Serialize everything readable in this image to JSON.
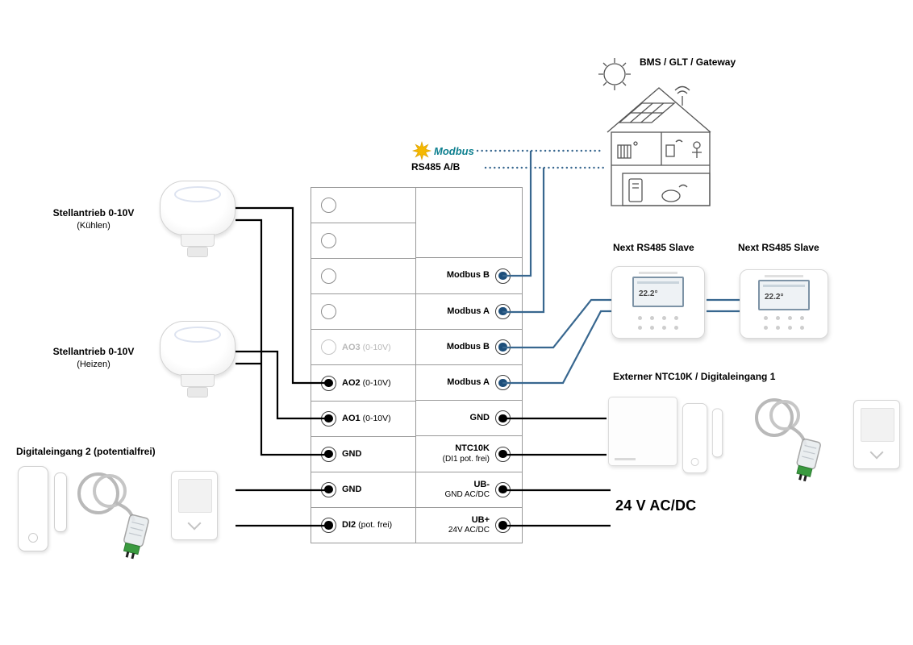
{
  "labels": {
    "bms_gateway": "BMS / GLT / Gateway",
    "modbus_logo": "Modbus",
    "rs485": "RS485 A/B",
    "actuator_cool_1": "Stellantrieb 0-10V",
    "actuator_cool_2": "(Kühlen)",
    "actuator_heat_1": "Stellantrieb 0-10V",
    "actuator_heat_2": "(Heizen)",
    "digital_input_2": "Digitaleingang 2 (potentialfrei)",
    "next_slave_1": "Next RS485 Slave",
    "next_slave_2": "Next RS485 Slave",
    "external_ntc": "Externer NTC10K / Digitaleingang 1",
    "supply": "24 V AC/DC"
  },
  "terminals": {
    "left": [
      {
        "label": "",
        "sub": "",
        "dot": "empty"
      },
      {
        "label": "",
        "sub": "",
        "dot": "empty"
      },
      {
        "label": "",
        "sub": "",
        "dot": "empty"
      },
      {
        "label": "",
        "sub": "",
        "dot": "empty"
      },
      {
        "label": "AO3",
        "sub": "(0-10V)",
        "dot": "empty",
        "state": "disabled"
      },
      {
        "label": "AO2",
        "sub": "(0-10V)",
        "dot": "filled"
      },
      {
        "label": "AO1",
        "sub": "(0-10V)",
        "dot": "filled"
      },
      {
        "label": "GND",
        "sub": "",
        "dot": "filled"
      },
      {
        "label": "GND",
        "sub": "",
        "dot": "filled"
      },
      {
        "label": "DI2",
        "sub": "(pot. frei)",
        "dot": "filled"
      }
    ],
    "right": [
      {
        "label": "Modbus B",
        "sub": "",
        "dot": "blue"
      },
      {
        "label": "Modbus A",
        "sub": "",
        "dot": "blue"
      },
      {
        "label": "Modbus B",
        "sub": "",
        "dot": "blue"
      },
      {
        "label": "Modbus A",
        "sub": "",
        "dot": "blue"
      },
      {
        "label": "GND",
        "sub": "",
        "dot": "black"
      },
      {
        "label": "NTC10K",
        "sub": "(DI1 pot. frei)",
        "dot": "black"
      },
      {
        "label": "UB-",
        "sub": "GND AC/DC",
        "dot": "black"
      },
      {
        "label": "UB+",
        "sub": "24V AC/DC",
        "dot": "black"
      }
    ]
  },
  "screen": {
    "temp": "22.2°"
  },
  "colors": {
    "modbus_line": "#38678f",
    "terminal_dot_blue": "#1d4e7a",
    "wire_black": "#000000",
    "table_border": "#999999",
    "disabled_gray": "#b8b8b8",
    "modbus_logo_yellow": "#f5b800",
    "modbus_logo_teal": "#0d7f8f"
  }
}
